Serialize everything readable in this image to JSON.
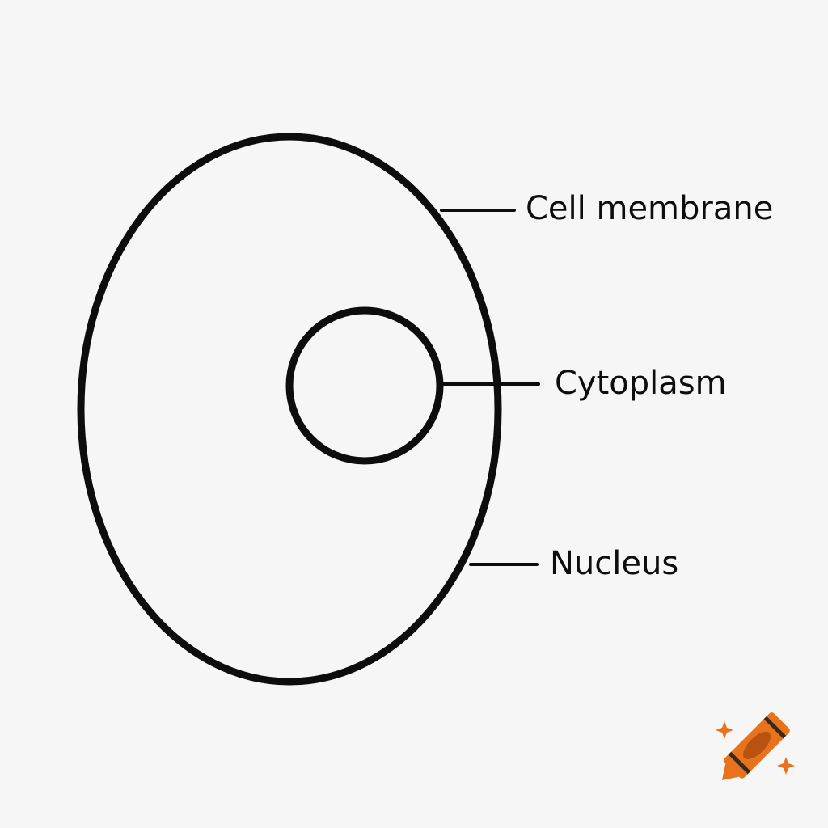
{
  "labels": {
    "cell_membrane": "Cell membrane",
    "cytoplasm": "Cytoplasm",
    "nucleus": "Nucleus"
  },
  "colors": {
    "background": "#f6f6f6",
    "stroke": "#0d0d0d",
    "crayon_body": "#e8731e",
    "crayon_dark": "#b9520f",
    "sparkle": "#e8731e"
  },
  "icons": {
    "logo": "crayon-icon",
    "sparkle": "sparkle-icon"
  }
}
